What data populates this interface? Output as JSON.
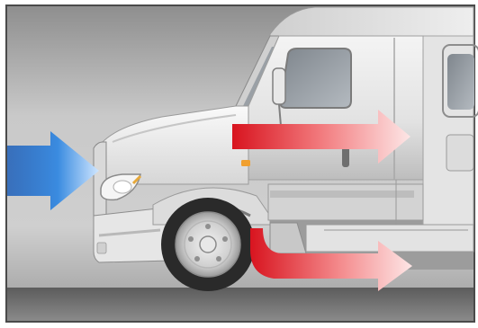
{
  "scene": {
    "subject": "truck-cab",
    "view": "side",
    "flows": [
      {
        "name": "intake-airflow",
        "direction": "right",
        "color": "#2f7fd6"
      },
      {
        "name": "cab-airflow",
        "direction": "right",
        "color": "#e0202a"
      },
      {
        "name": "underbody-airflow",
        "direction": "right",
        "color": "#e0202a"
      }
    ],
    "palette": {
      "background": "#b9b9b9",
      "border": "#4a4a4a",
      "road": "#6f6f6f",
      "truck": "#e9e9e9",
      "window": "#9aa0a6",
      "intake": "#2f7fd6",
      "outflow": "#e0202a"
    }
  }
}
